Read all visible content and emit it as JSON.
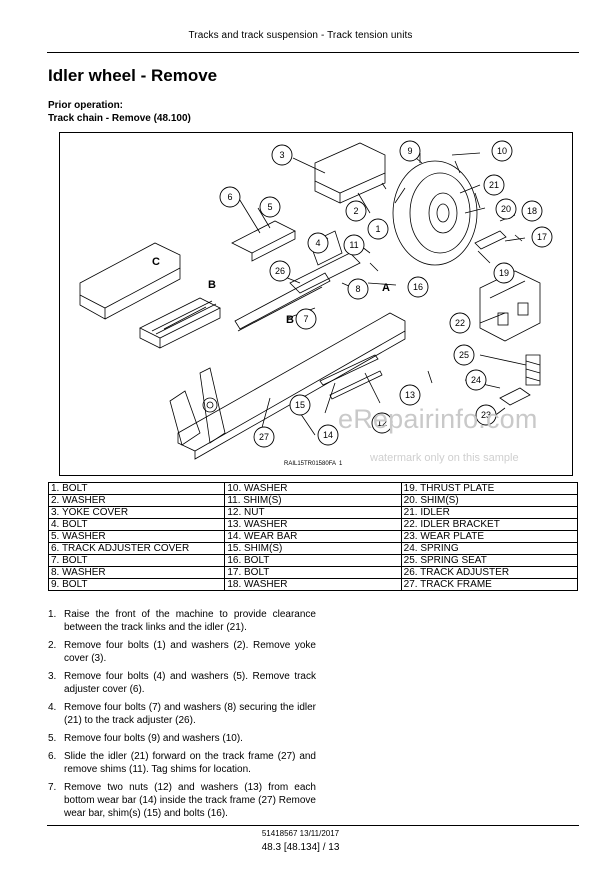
{
  "header": {
    "running_title": "Tracks and track suspension - Track tension units"
  },
  "title": "Idler wheel - Remove",
  "prior": {
    "label": "Prior operation:",
    "operation": "Track chain - Remove (48.100)"
  },
  "figure": {
    "ref_code": "RAIL15TR01580FA",
    "number": "1",
    "labels": {
      "a": "A",
      "b": "B",
      "c": "C"
    },
    "callouts": [
      "1",
      "2",
      "3",
      "4",
      "5",
      "6",
      "7",
      "8",
      "9",
      "10",
      "11",
      "12",
      "14",
      "15",
      "16",
      "17",
      "18",
      "19",
      "20",
      "21",
      "22",
      "23",
      "24",
      "25",
      "26",
      "27"
    ]
  },
  "watermark": {
    "brand": "eRepairinfo.com",
    "notice": "watermark only on this sample"
  },
  "parts_table": [
    [
      "1. BOLT",
      "10. WASHER",
      "19. THRUST PLATE"
    ],
    [
      "2. WASHER",
      "11. SHIM(S)",
      "20. SHIM(S)"
    ],
    [
      "3. YOKE COVER",
      "12. NUT",
      "21. IDLER"
    ],
    [
      "4. BOLT",
      "13. WASHER",
      "22. IDLER BRACKET"
    ],
    [
      "5. WASHER",
      "14. WEAR BAR",
      "23. WEAR PLATE"
    ],
    [
      "6. TRACK ADJUSTER COVER",
      "15. SHIM(S)",
      "24. SPRING"
    ],
    [
      "7. BOLT",
      "16. BOLT",
      "25. SPRING SEAT"
    ],
    [
      "8. WASHER",
      "17. BOLT",
      "26. TRACK ADJUSTER"
    ],
    [
      "9. BOLT",
      "18. WASHER",
      "27. TRACK FRAME"
    ]
  ],
  "steps": [
    {
      "num": "1.",
      "text": "Raise the front of the machine to provide clearance between the track links and the idler (21)."
    },
    {
      "num": "2.",
      "text": "Remove four bolts (1) and washers (2). Remove yoke cover (3)."
    },
    {
      "num": "3.",
      "text": "Remove four bolts (4) and washers (5). Remove track adjuster cover (6)."
    },
    {
      "num": "4.",
      "text": "Remove four bolts (7) and washers (8) securing the idler (21) to the track adjuster (26)."
    },
    {
      "num": "5.",
      "text": "Remove four bolts (9) and washers (10)."
    },
    {
      "num": "6.",
      "text": "Slide the idler (21) forward on the track frame (27) and remove shims (11). Tag shims for location."
    },
    {
      "num": "7.",
      "text": "Remove two nuts (12) and washers (13) from each bottom wear bar (14) inside the track frame (27) Remove wear bar, shim(s) (15) and bolts (16)."
    }
  ],
  "footer": {
    "doc_date": "51418567 13/11/2017",
    "page": "48.3 [48.134] / 13"
  }
}
